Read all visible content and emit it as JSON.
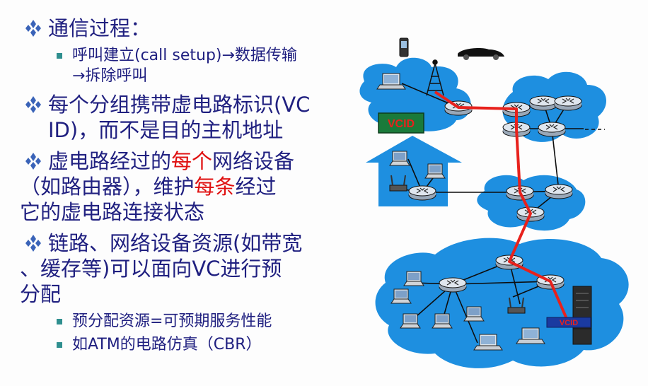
{
  "bullets": [
    {
      "text": "通信过程：",
      "sub": [
        {
          "line1": "呼叫建立(call  setup)→数据传输",
          "line2": "→拆除呼叫"
        }
      ]
    },
    {
      "line1": "每个分组携带虚电路标识(VC",
      "line2": "ID)，而不是目的主机地址"
    },
    {
      "line1_a": "虚电路经过的",
      "line1_b": "每个",
      "line1_c": "网络设备",
      "line2_a": "（如路由器），维护",
      "line2_b": "每条",
      "line2_c": "经过",
      "line3": "它的虚电路连接状态"
    },
    {
      "line1": "链路、网络设备资源(如带宽",
      "line2": "、缓存等)可以面向VC进行预",
      "line3": "分配",
      "sub": [
        "预分配资源=可预期服务性能",
        "如ATM的电路仿真（CBR）"
      ]
    }
  ],
  "diagram": {
    "vcid_label_1": "VCID",
    "vcid_label_2": "VCID",
    "colors": {
      "cloud": "#1e8fe0",
      "vc_path": "#e8211c",
      "vcid_box": "#1a7a3a",
      "router_fill": "#dfe6ee",
      "link": "#0d0d0d"
    }
  }
}
